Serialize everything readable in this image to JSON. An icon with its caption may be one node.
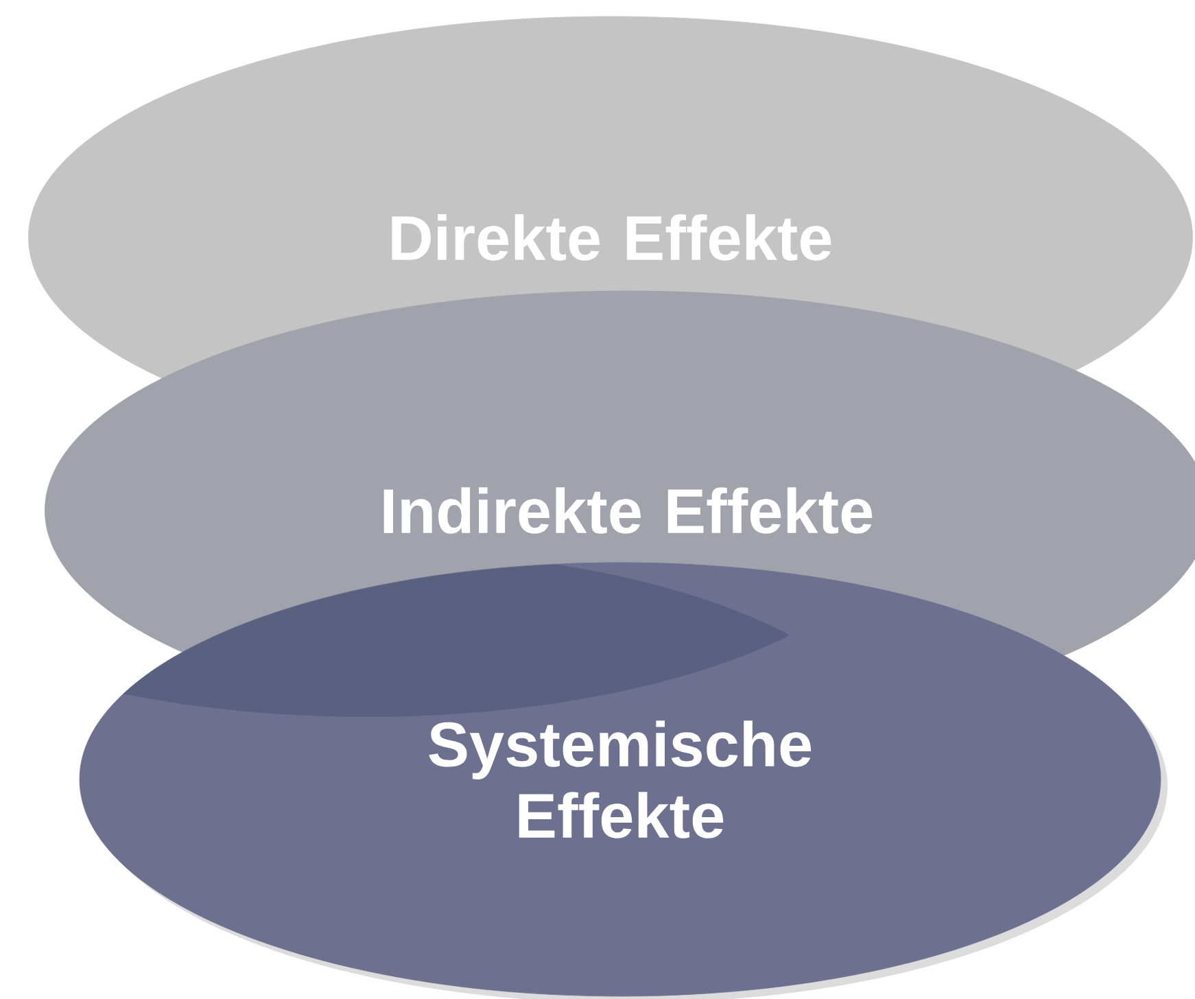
{
  "diagram": {
    "nodes": [
      {
        "text": [
          "Direkte Effekte"
        ]
      },
      {
        "text": [
          "Indirekte Effekte"
        ]
      },
      {
        "text": [
          "Systemische Effekte"
        ]
      }
    ]
  }
}
